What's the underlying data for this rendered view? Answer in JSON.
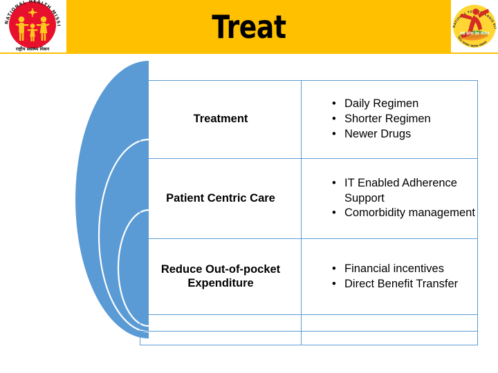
{
  "header": {
    "title": "Treat",
    "band_color": "#FFC000",
    "left_logo": {
      "name": "national-health-mission-logo",
      "ring_text": "NATIONAL HEALTH MISSION",
      "bottom_text": "राष्ट्रीय स्वास्थ्य मिशन",
      "disc_color": "#E8112D",
      "figure_color": "#FFC81F"
    },
    "right_logo": {
      "name": "national-tuberculosis-elimination-programme-logo",
      "ring_text": "NATIONAL TUBERCULOSIS ELIMINATION PROGRAMME",
      "inner_text": "TB हारेगा देश जीतेगा",
      "disc_color": "#FFD633",
      "figure_color": "#D32D24",
      "accent_green": "#4C9A2A"
    }
  },
  "graphic": {
    "name": "nested-arcs",
    "fill_color": "#5B9BD5",
    "separator_color": "#FFFFFF",
    "arc_count": 3
  },
  "table": {
    "border_color": "#5B9BD5",
    "rows": [
      {
        "label": "Treatment",
        "bullets": [
          "Daily Regimen",
          "Shorter Regimen",
          "Newer Drugs"
        ]
      },
      {
        "label": "Patient Centric Care",
        "bullets": [
          "IT Enabled Adherence Support",
          "Comorbidity management"
        ]
      },
      {
        "label": "Reduce Out-of-pocket Expenditure",
        "bullets": [
          "Financial incentives",
          "Direct Benefit Transfer"
        ]
      },
      {
        "label": "",
        "bullets": []
      },
      {
        "label": "",
        "bullets": []
      }
    ]
  }
}
